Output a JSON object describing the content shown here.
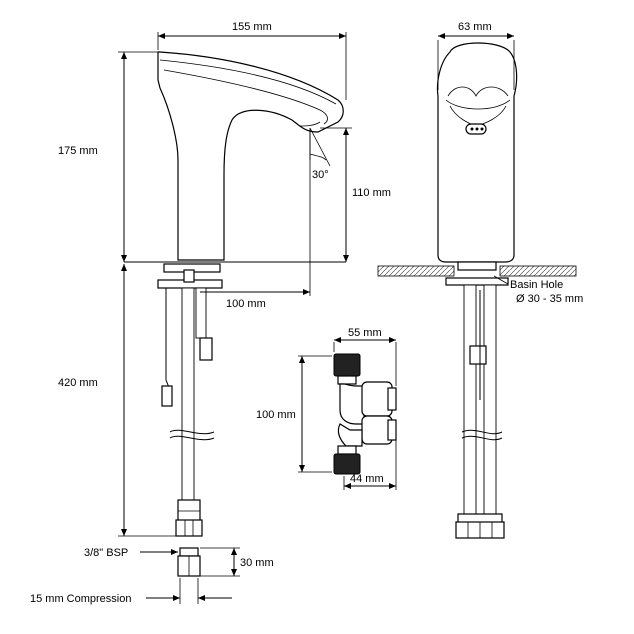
{
  "dimensions": {
    "spout_width": "155 mm",
    "body_depth": "63 mm",
    "total_height": "175 mm",
    "spout_angle": "30°",
    "spout_height": "110 mm",
    "spout_reach": "100 mm",
    "hose_length": "420 mm",
    "basin_hole_label": "Basin Hole",
    "basin_hole_size": "Ø 30 - 35 mm",
    "valve_width": "55 mm",
    "valve_height": "100 mm",
    "valve_depth": "44 mm",
    "bsp_label": "3/8\" BSP",
    "bsp_height": "30 mm",
    "compression_label": "15 mm Compression"
  }
}
